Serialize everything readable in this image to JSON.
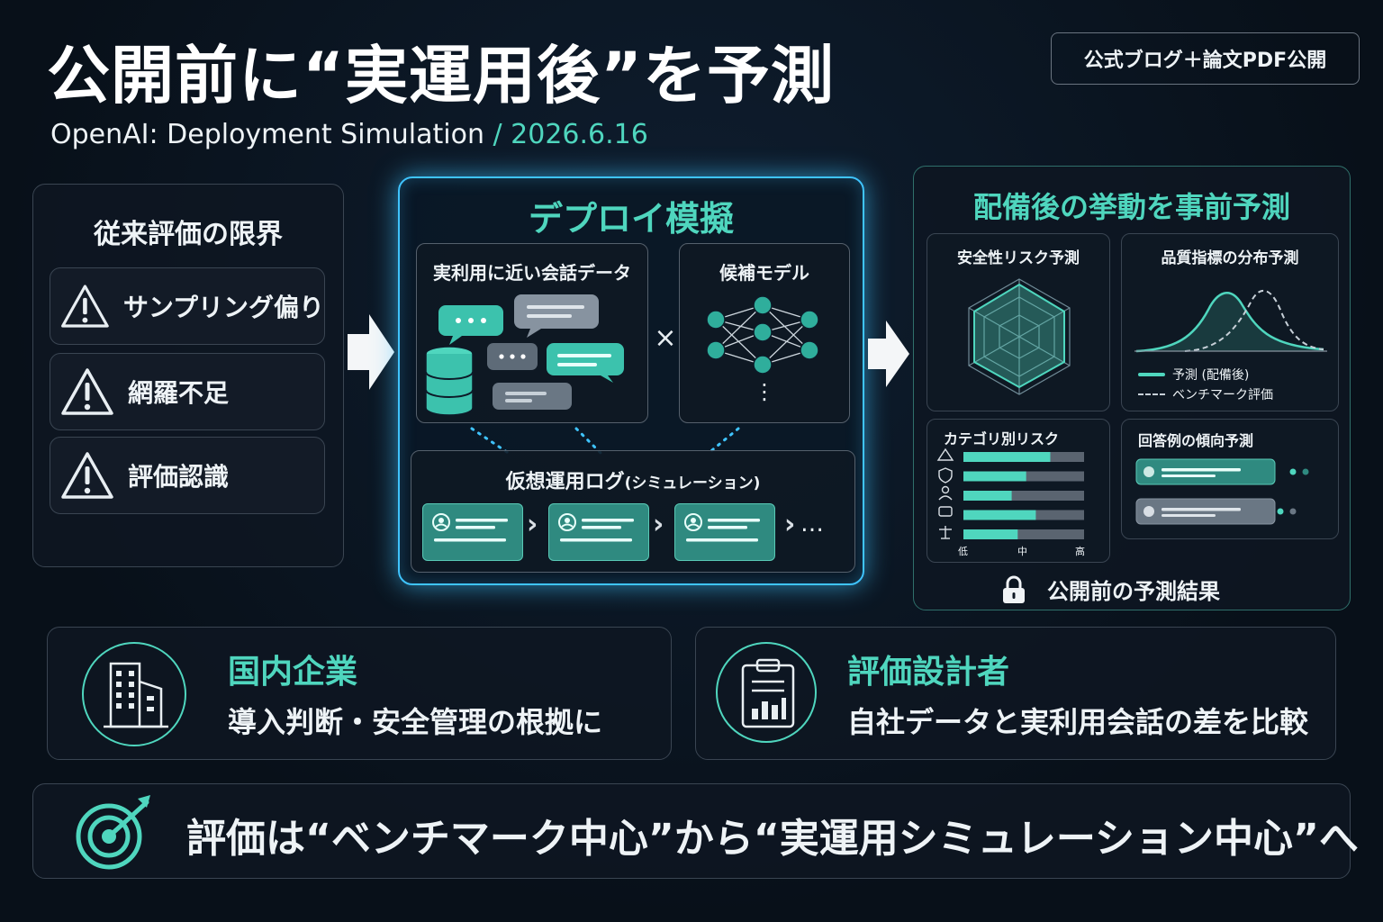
{
  "header": {
    "title": "公開前に“実運用後”を予測",
    "subtitle_main": "OpenAI: Deployment Simulation",
    "subtitle_sep": " / ",
    "subtitle_date": "2026.6.16",
    "badge": "公式ブログ＋論文PDF公開"
  },
  "limits": {
    "title": "従来評価の限界",
    "items": [
      {
        "label": "サンプリング偏り",
        "icon": "warning-icon"
      },
      {
        "label": "網羅不足",
        "icon": "warning-icon"
      },
      {
        "label": "評価認識",
        "icon": "warning-icon"
      }
    ]
  },
  "deploy": {
    "title": "デプロイ模擬",
    "data_label": "実利用に近い会話データ",
    "times": "×",
    "model_label": "候補モデル",
    "model_more": "⋮",
    "log_label": "仮想運用ログ",
    "log_sub": "(シミュレーション)",
    "log_more": "…"
  },
  "predict": {
    "title": "配備後の挙動を事前予測",
    "safety_label": "安全性リスク予測",
    "quality_label": "品質指標の分布予測",
    "legend_pred": "予測 (配備後)",
    "legend_bench": "ベンチマーク評価",
    "category_label": "カテゴリ別リスク",
    "category_bars": [
      0.72,
      0.52,
      0.4,
      0.6,
      0.45
    ],
    "axis_low": "低",
    "axis_mid": "中",
    "axis_high": "高",
    "response_label": "回答例の傾向予測",
    "result": "公開前の予測結果"
  },
  "cards": [
    {
      "heading": "国内企業",
      "body": "導入判断・安全管理の根拠に",
      "icon": "building-icon"
    },
    {
      "heading": "評価設計者",
      "body": "自社データと実利用会話の差を比較",
      "icon": "clipboard-chart-icon"
    }
  ],
  "footer": {
    "text": "評価は“ベンチマーク中心”から“実運用シミュレーション中心”へ",
    "icon": "target-icon"
  },
  "colors": {
    "accent": "#4fd6be",
    "glow": "#3fc4ff",
    "background": "#0a1220"
  }
}
